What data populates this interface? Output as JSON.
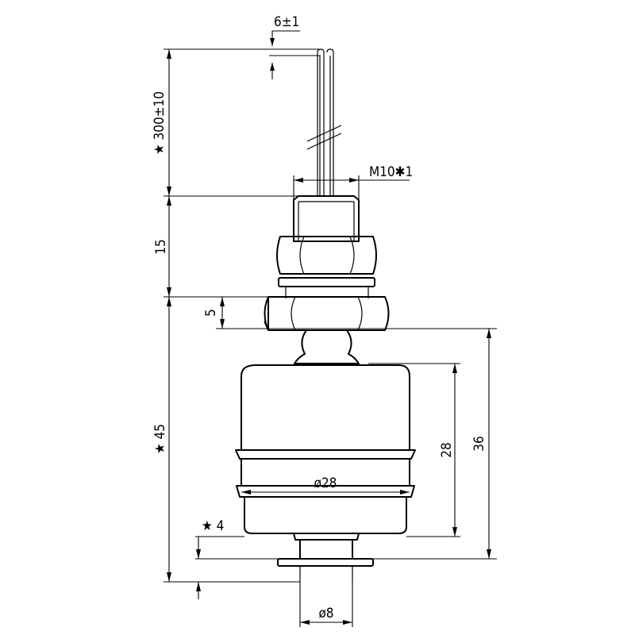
{
  "drawing": {
    "colors": {
      "line": "#000000",
      "background": "#ffffff"
    },
    "dimensions": {
      "wire_offset": "6±1",
      "cable_length": "★ 300±10",
      "thread": "M10✱1",
      "thread_length": "15",
      "nut_height": "5",
      "lower_body": "★ 45",
      "float_height": "28",
      "float_travel": "36",
      "float_diameter": "ø28",
      "stop_offset": "★ 4",
      "stem_diameter": "ø8"
    }
  }
}
